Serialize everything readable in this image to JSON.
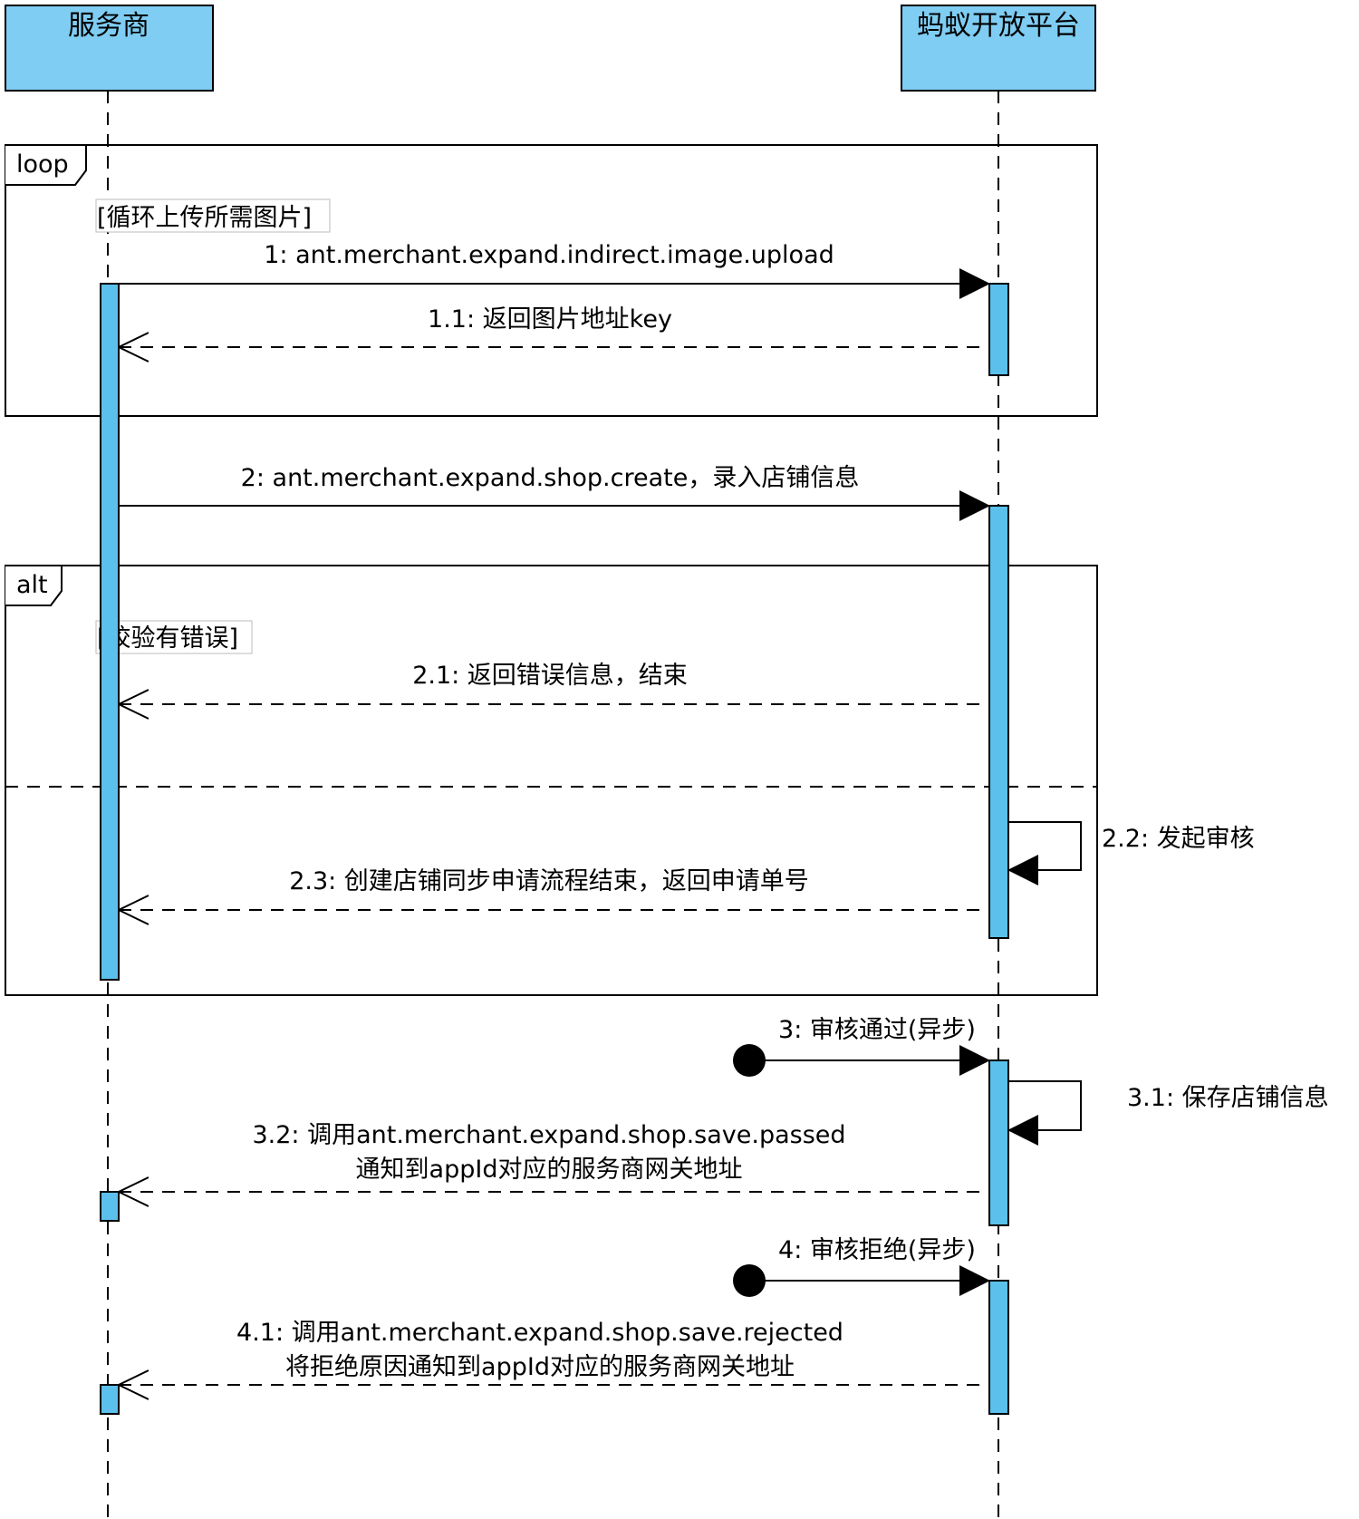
{
  "colors": {
    "participant_fill": "#7FCDF3",
    "activation_fill": "#5BC0EB",
    "line": "#000000",
    "background": "#FFFFFF"
  },
  "participants": [
    {
      "id": "service-provider",
      "name": "服务商"
    },
    {
      "id": "ant-open-platform",
      "name": "蚂蚁开放平台"
    }
  ],
  "fragments": {
    "loop": {
      "operator": "loop",
      "guard": "[循环上传所需图片]"
    },
    "alt": {
      "operator": "alt",
      "guard": "[校验有错误]"
    }
  },
  "messages": [
    {
      "id": "m1",
      "kind": "sync",
      "from": "服务商",
      "to": "蚂蚁开放平台",
      "text": "1: ant.merchant.expand.indirect.image.upload"
    },
    {
      "id": "m1-1",
      "kind": "return",
      "from": "蚂蚁开放平台",
      "to": "服务商",
      "text": "1.1: 返回图片地址key"
    },
    {
      "id": "m2",
      "kind": "sync",
      "from": "服务商",
      "to": "蚂蚁开放平台",
      "text": "2: ant.merchant.expand.shop.create，录入店铺信息"
    },
    {
      "id": "m2-1",
      "kind": "return",
      "from": "蚂蚁开放平台",
      "to": "服务商",
      "text": "2.1: 返回错误信息，结束"
    },
    {
      "id": "m2-2",
      "kind": "self",
      "from": "蚂蚁开放平台",
      "to": "蚂蚁开放平台",
      "text": "2.2: 发起审核"
    },
    {
      "id": "m2-3",
      "kind": "return",
      "from": "蚂蚁开放平台",
      "to": "服务商",
      "text": "2.3: 创建店铺同步申请流程结束，返回申请单号"
    },
    {
      "id": "m3",
      "kind": "found",
      "from": "",
      "to": "蚂蚁开放平台",
      "text": "3: 审核通过(异步)"
    },
    {
      "id": "m3-1",
      "kind": "self",
      "from": "蚂蚁开放平台",
      "to": "蚂蚁开放平台",
      "text": "3.1: 保存店铺信息"
    },
    {
      "id": "m3-2",
      "kind": "return",
      "from": "蚂蚁开放平台",
      "to": "服务商",
      "text": [
        "3.2: 调用ant.merchant.expand.shop.save.passed",
        "通知到appId对应的服务商网关地址"
      ]
    },
    {
      "id": "m4",
      "kind": "found",
      "from": "",
      "to": "蚂蚁开放平台",
      "text": "4: 审核拒绝(异步)"
    },
    {
      "id": "m4-1",
      "kind": "return",
      "from": "蚂蚁开放平台",
      "to": "服务商",
      "text": [
        "4.1: 调用ant.merchant.expand.shop.save.rejected",
        "将拒绝原因通知到appId对应的服务商网关地址"
      ]
    }
  ]
}
